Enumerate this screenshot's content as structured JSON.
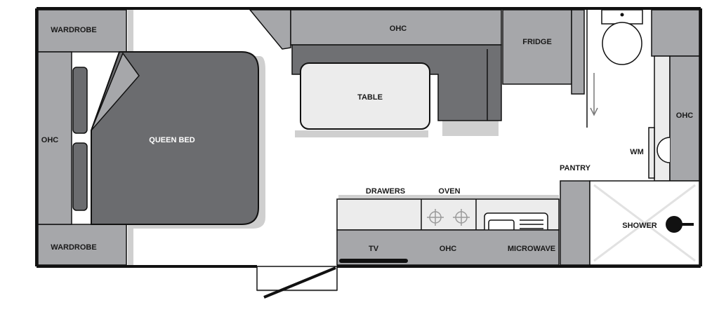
{
  "labels": {
    "wardrobe_top": "WARDROBE",
    "wardrobe_bottom": "WARDROBE",
    "ohc_left": "OHC",
    "queen_bed": "QUEEN BED",
    "ohc_top": "OHC",
    "table": "TABLE",
    "fridge": "FRIDGE",
    "ohc_right": "OHC",
    "wm": "WM",
    "pantry": "PANTRY",
    "drawers": "DRAWERS",
    "oven": "OVEN",
    "tv": "TV",
    "ohc_kitchen": "OHC",
    "microwave": "MICROWAVE",
    "shower": "SHOWER"
  },
  "colors": {
    "wall": "#111111",
    "cabinet": "#a6a7aa",
    "bench": "#ececec",
    "bed": "#6b6c6f",
    "seat": "#6f7073",
    "shadow": "#cfcfcf"
  }
}
